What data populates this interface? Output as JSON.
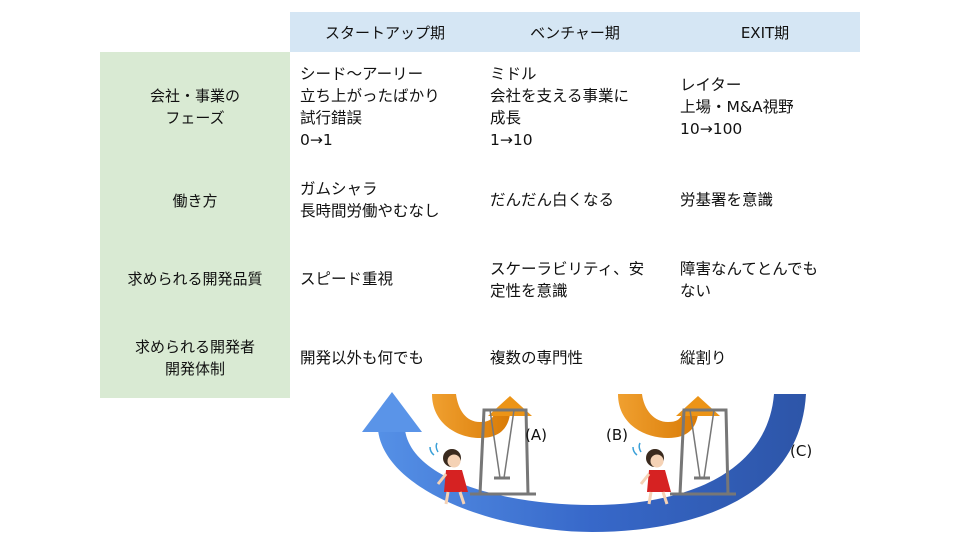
{
  "table": {
    "headers": [
      "スタートアップ期",
      "ベンチャー期",
      "EXIT期"
    ],
    "rows": [
      {
        "label": "会社・事業の\nフェーズ",
        "cells": [
          "シード～アーリー\n立ち上がったばかり\n試行錯誤\n0→1",
          "ミドル\n会社を支える事業に\n成長\n1→10",
          "レイター\n上場・M&A視野\n10→100"
        ]
      },
      {
        "label": "働き方",
        "cells": [
          "ガムシャラ\n長時間労働やむなし",
          "だんだん白くなる",
          "労基署を意識"
        ]
      },
      {
        "label": "求められる開発品質",
        "cells": [
          "スピード重視",
          "スケーラビリティ、安\n定性を意識",
          "障害なんてとんでも\nない"
        ]
      },
      {
        "label": "求められる開発者\n開発体制",
        "cells": [
          "開発以外も何でも",
          "複数の専門性",
          "縦割り"
        ]
      }
    ]
  },
  "diagram": {
    "label_a": "(A)",
    "label_b": "(B)",
    "label_c": "(C)",
    "colors": {
      "header_bg": "#d5e6f4",
      "label_bg": "#d9ead3",
      "orange_arrow": "#e9900f",
      "blue_arrow": "#3b6fcc"
    }
  }
}
